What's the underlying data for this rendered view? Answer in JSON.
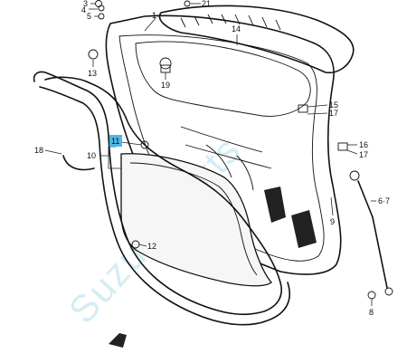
{
  "diagram": {
    "callouts": [
      {
        "id": "c1",
        "text": "1"
      },
      {
        "id": "c3",
        "text": "3"
      },
      {
        "id": "c4",
        "text": "4"
      },
      {
        "id": "c5",
        "text": "5"
      },
      {
        "id": "c8",
        "text": "8"
      },
      {
        "id": "c9",
        "text": "9"
      },
      {
        "id": "c10",
        "text": "10"
      },
      {
        "id": "c11",
        "text": "11"
      },
      {
        "id": "c12",
        "text": "12"
      },
      {
        "id": "c13",
        "text": "13"
      },
      {
        "id": "c14",
        "text": "14"
      },
      {
        "id": "c15",
        "text": "15"
      },
      {
        "id": "c16",
        "text": "16"
      },
      {
        "id": "c17a",
        "text": "17"
      },
      {
        "id": "c17b",
        "text": "17"
      },
      {
        "id": "c18",
        "text": "18"
      },
      {
        "id": "c19",
        "text": "19"
      },
      {
        "id": "c21",
        "text": "21"
      },
      {
        "id": "c67",
        "text": "6·7"
      }
    ],
    "highlight_color": "#4fb6e8",
    "watermark": "Suzuki Parts"
  }
}
